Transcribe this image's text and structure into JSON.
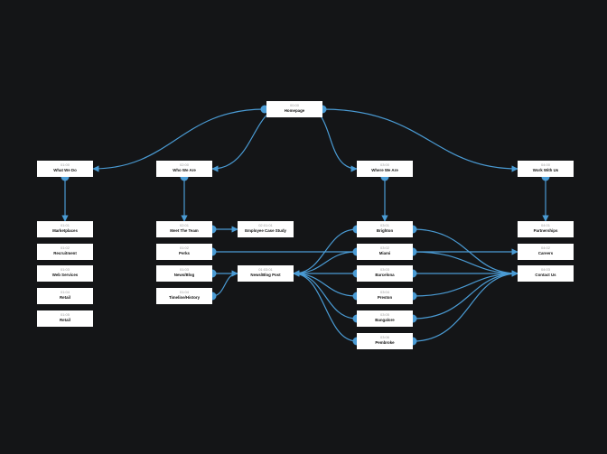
{
  "colors": {
    "background": "#141517",
    "node_fill": "#ffffff",
    "link": "#4a9bd4",
    "code_text": "#9a9a9a",
    "label_text": "#111111"
  },
  "nodes": {
    "homepage": {
      "code": "00:00",
      "label": "Homepage"
    },
    "what_we_do": {
      "code": "01:00",
      "label": "What We Do"
    },
    "marketplaces": {
      "code": "01:01",
      "label": "Marketplaces"
    },
    "recruitment": {
      "code": "01:02",
      "label": "Recruitment"
    },
    "web_services": {
      "code": "01:03",
      "label": "Web Services"
    },
    "retail_1": {
      "code": "01:04",
      "label": "Retail"
    },
    "retail_2": {
      "code": "01:05",
      "label": "Retail"
    },
    "who_we_are": {
      "code": "02:00",
      "label": "Who We Are"
    },
    "meet_the_team": {
      "code": "02:01",
      "label": "Meet The Team"
    },
    "perks": {
      "code": "01:02",
      "label": "Perks"
    },
    "news_blog": {
      "code": "01:03",
      "label": "News/Blog"
    },
    "timeline": {
      "code": "01:04",
      "label": "Timeline/History"
    },
    "employee_case": {
      "code": "02:01:01",
      "label": "Employee Case Study"
    },
    "news_blog_post": {
      "code": "01:03:01",
      "label": "News/Blog Post"
    },
    "where_we_are": {
      "code": "03:00",
      "label": "Where We Are"
    },
    "brighton": {
      "code": "03:01",
      "label": "Brighton"
    },
    "miami": {
      "code": "03:02",
      "label": "Miami"
    },
    "barcelona": {
      "code": "03:03",
      "label": "Barcelona"
    },
    "preston": {
      "code": "03:04",
      "label": "Preston"
    },
    "bangalore": {
      "code": "03:05",
      "label": "Bangalore"
    },
    "pembroke": {
      "code": "03:06",
      "label": "Pembroke"
    },
    "work_with_us": {
      "code": "04:00",
      "label": "Work With Us"
    },
    "partnerships": {
      "code": "04:01",
      "label": "Partnerships"
    },
    "careers": {
      "code": "04:02",
      "label": "Careers"
    },
    "contact_us": {
      "code": "04:03",
      "label": "Contact Us"
    }
  }
}
